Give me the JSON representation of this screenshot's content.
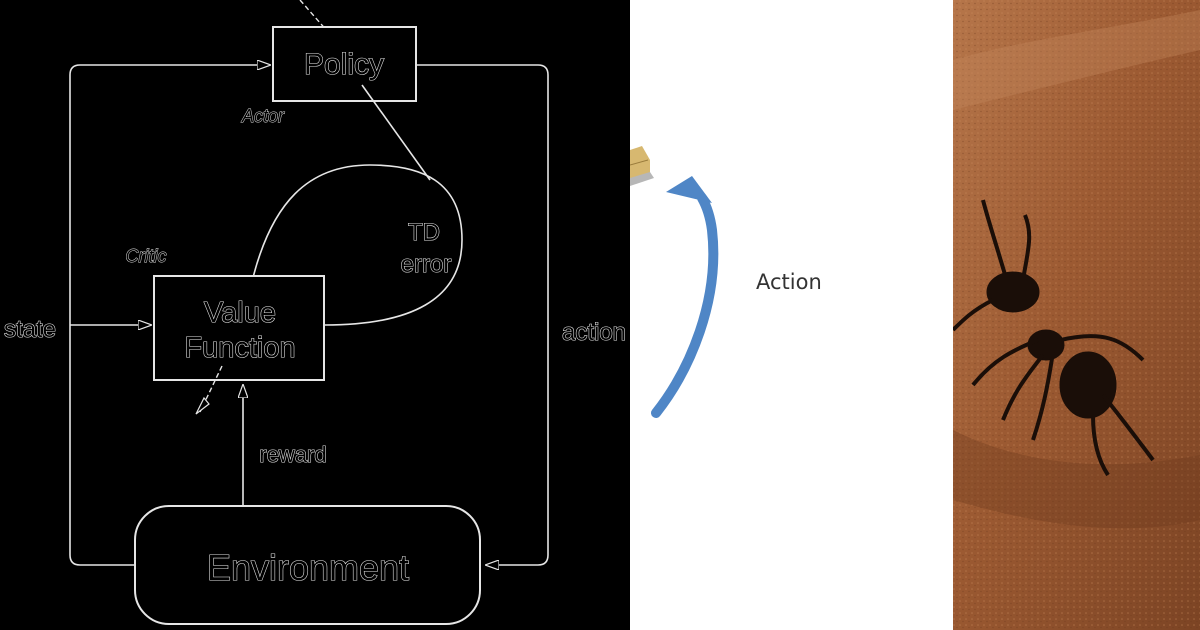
{
  "diagram": {
    "policy": "Policy",
    "actor": "Actor",
    "td_line1": "TD",
    "td_line2": "error",
    "critic": "Critic",
    "value_line1": "Value",
    "value_line2": "Function",
    "state": "state",
    "action": "action",
    "reward": "reward",
    "environment": "Environment"
  },
  "middle": {
    "label": "Action"
  },
  "colors": {
    "arrow_blue": "#4f86c6",
    "sand": "#a5643c",
    "ant": "#1a0e08"
  }
}
